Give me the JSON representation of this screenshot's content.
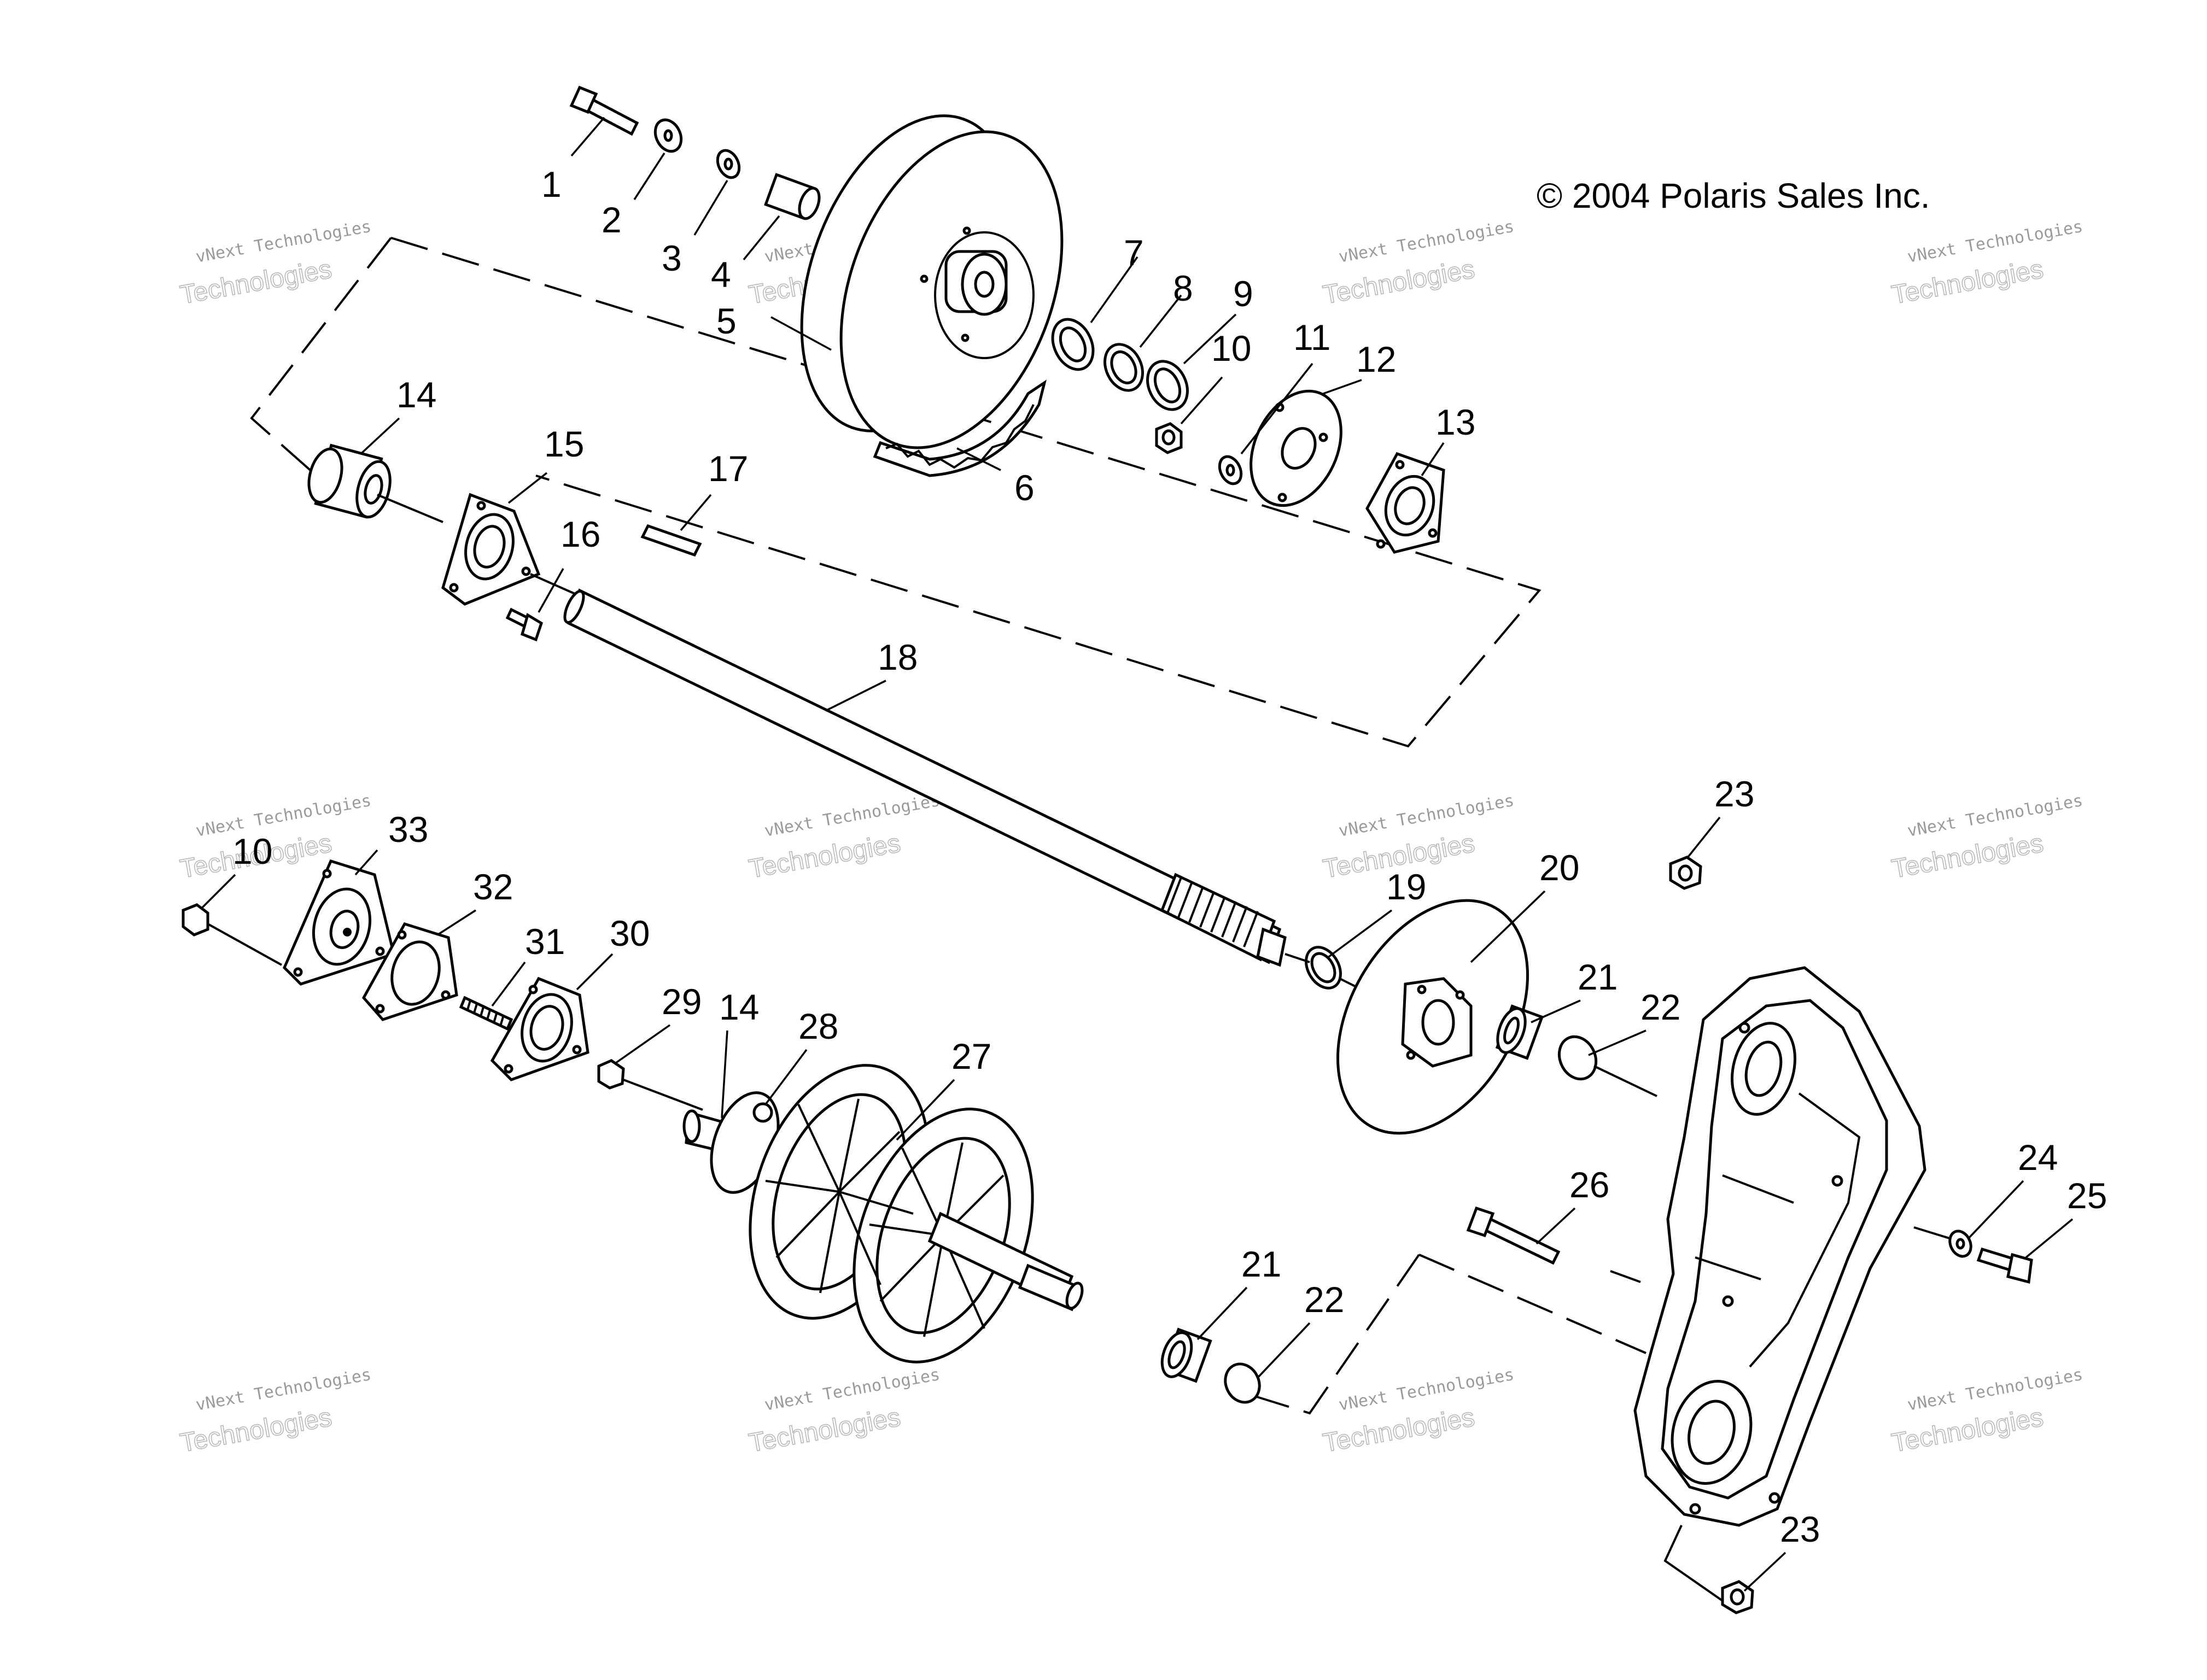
{
  "copyright": "© 2004 Polaris Sales Inc.",
  "watermark": {
    "line1": "vNext Technologies",
    "line2": "Technologies"
  },
  "callouts": {
    "c1": "1",
    "c2": "2",
    "c3": "3",
    "c4": "4",
    "c5": "5",
    "c6": "6",
    "c7": "7",
    "c8": "8",
    "c9": "9",
    "c10a": "10",
    "c11": "11",
    "c12": "12",
    "c13": "13",
    "c14a": "14",
    "c15": "15",
    "c16": "16",
    "c17": "17",
    "c18": "18",
    "c10b": "10",
    "c33": "33",
    "c32": "32",
    "c31": "31",
    "c30": "30",
    "c29": "29",
    "c14b": "14",
    "c28": "28",
    "c27": "27",
    "c19": "19",
    "c20": "20",
    "c23a": "23",
    "c21a": "21",
    "c22a": "22",
    "c26": "26",
    "c24": "24",
    "c25": "25",
    "c21b": "21",
    "c22b": "22",
    "c23b": "23"
  }
}
